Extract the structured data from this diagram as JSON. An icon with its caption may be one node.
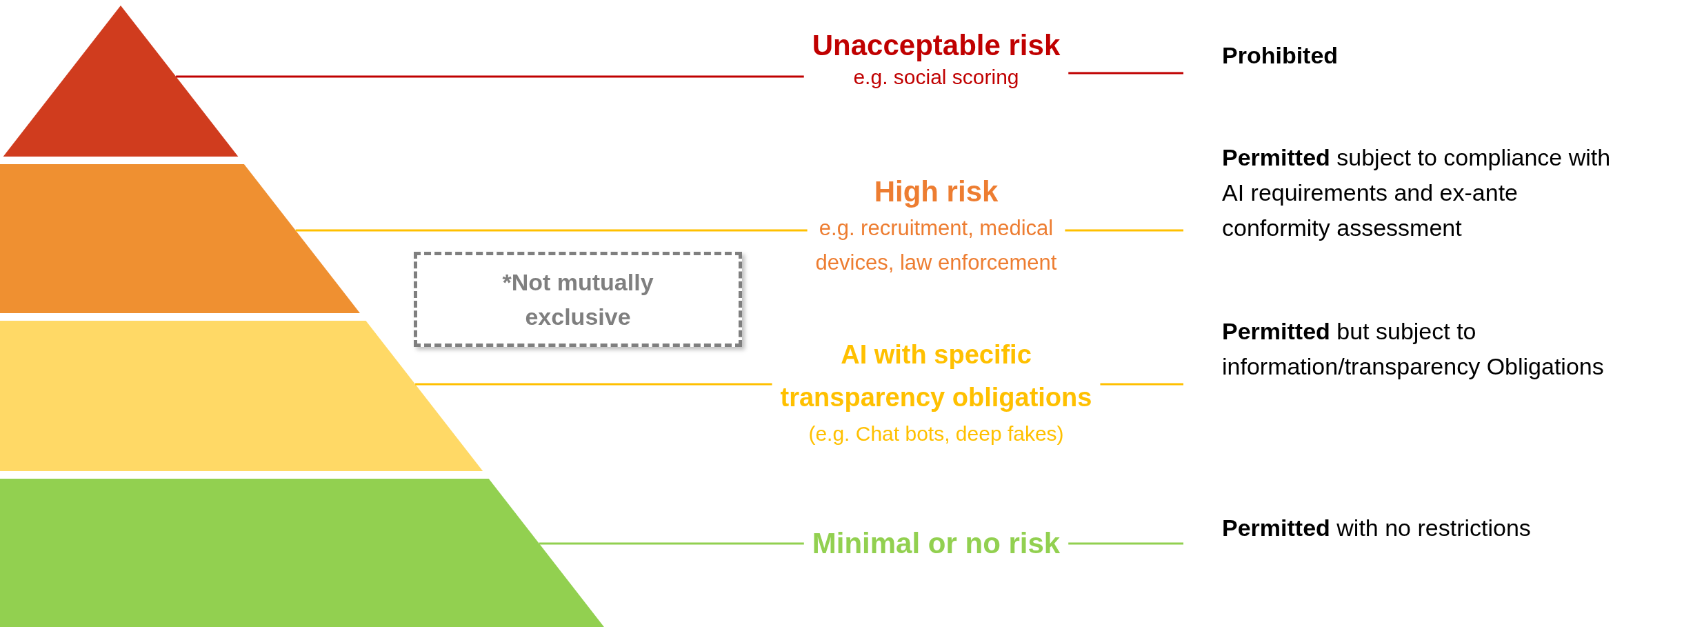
{
  "diagram": {
    "nodes": [
      {
        "text": [],
        "shape": "triangle"
      },
      {
        "text": [
          "Unacceptable risk",
          "e.g. social scoring"
        ]
      },
      {
        "text": [
          "Prohibited"
        ]
      },
      {
        "text": [],
        "shape": "trapezoid"
      },
      {
        "text": [
          "High risk",
          "e.g. recruitment, medical devices, law enforcement"
        ]
      },
      {
        "text": [
          "**Permitted** subject to compliance with AI requirements and ex-ante conformity assessment"
        ]
      },
      {
        "text": [
          "*Not mutually exclusive"
        ]
      },
      {
        "text": [],
        "shape": "trapezoid"
      },
      {
        "text": [
          "AI with specific transparency obligations",
          "(e.g. Chat bots, deep fakes)"
        ]
      },
      {
        "text": [
          "**Permitted** but subject to information/transparency Obligations"
        ]
      },
      {
        "text": [],
        "shape": "trapezoid"
      },
      {
        "text": [
          "Minimal or no risk"
        ]
      },
      {
        "text": [
          "**Permitted** with no restrictions"
        ]
      }
    ],
    "edges": [
      {
        "from": 0,
        "to": 1,
        "arrow": "none",
        "color": "#c00000"
      },
      {
        "from": 1,
        "to": 2,
        "arrow": "none",
        "color": "#c00000"
      },
      {
        "from": 3,
        "to": 4,
        "arrow": "none",
        "color": "#ffc000"
      },
      {
        "from": 4,
        "to": 5,
        "arrow": "none",
        "color": "#ffc000"
      },
      {
        "from": 7,
        "to": 8,
        "arrow": "none",
        "color": "#ffc000"
      },
      {
        "from": 8,
        "to": 9,
        "arrow": "none",
        "color": "#ffc000"
      },
      {
        "from": 10,
        "to": 11,
        "arrow": "none",
        "color": "#92d050"
      },
      {
        "from": 11,
        "to": 12,
        "arrow": "none",
        "color": "#92d050"
      }
    ]
  }
}
